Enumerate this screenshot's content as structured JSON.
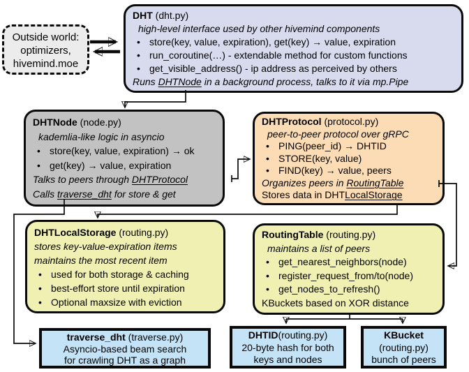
{
  "palette": {
    "dht_bg": "#d8dbee",
    "node_bg": "#c2c2c2",
    "protocol_bg": "#fcdcb4",
    "storage_bg": "#eff0b2",
    "blue_bg": "#c4e3f6",
    "outside_bg": "#ececec",
    "line_color": "#0a0a0a"
  },
  "bullet_char": "•",
  "outside": {
    "line1": "Outside world:",
    "line2": "optimizers,",
    "line3": "hivemind.moe"
  },
  "boxes": {
    "dht": {
      "title_bold": "DHT",
      "title_rest": " (dht.py)",
      "subtitle": "high-level interface used by other hivemind components",
      "bullets": [
        "store(key, value, expiration), get(key) → value, expiration",
        "run_coroutine(…) - extendable method for custom functions",
        "get_visible_address() - ip address as perceived by others"
      ],
      "footer": {
        "pre": "Runs ",
        "u": "DHTNode",
        "post": " in a background process, talks to it via mp.Pipe"
      }
    },
    "dhtnode": {
      "title_bold": "DHTNode",
      "title_rest": " (node.py)",
      "subtitle": "kademlia-like logic in asyncio",
      "bullets": [
        "store(key, value, expiration) → ok",
        "get(key) → value, expiration"
      ],
      "footer1": {
        "pre": "Talks to peers through ",
        "u": "DHTProtocol",
        "post": ""
      },
      "footer2": {
        "pre": "Calls ",
        "u": "traverse_dht",
        "post": " for store & get"
      }
    },
    "dhtprotocol": {
      "title_bold": "DHTProtocol",
      "title_rest": " (protocol.py)",
      "subtitle": "peer-to-peer protocol over gRPC",
      "bullets": [
        "PING(peer_id) → DHTID",
        "STORE(key, value)",
        "FIND(key) → value, peers"
      ],
      "footer1": {
        "pre": "Organizes peers in ",
        "u": "RoutingTable",
        "post": ""
      },
      "footer2": {
        "pre": "Stores data in DHT",
        "u": "LocalStorage",
        "post": ""
      }
    },
    "localstorage": {
      "title_bold": "DHTLocalStorage",
      "title_rest": " (routing.py)",
      "subtitle1": "stores key-value-expiration items",
      "subtitle2": "maintains the most recent item",
      "bullets": [
        "used for both storage & caching",
        "best-effort store until expiration",
        "Optional maxsize with eviction"
      ]
    },
    "routingtable": {
      "title_bold": "RoutingTable",
      "title_rest": " (routing.py)",
      "subtitle": "maintains a list of peers",
      "bullets": [
        "get_nearest_neighbors(node)",
        "register_request_from/to(node)",
        "get_nodes_to_refresh()"
      ],
      "footer": "KBuckets based on XOR distance"
    },
    "traverse": {
      "title_bold": "traverse_dht",
      "title_rest": " (traverse.py)",
      "line1": "Asyncio-based beam search",
      "line2": "for crawling DHT as a graph"
    },
    "dhtid": {
      "title_bold": "DHTID",
      "title_rest": "(routing.py)",
      "line1": "20-byte hash for both",
      "line2": "keys and nodes"
    },
    "kbucket": {
      "title_bold": "KBucket",
      "line1": "(routing.py)",
      "line2": "bunch of peers"
    }
  }
}
